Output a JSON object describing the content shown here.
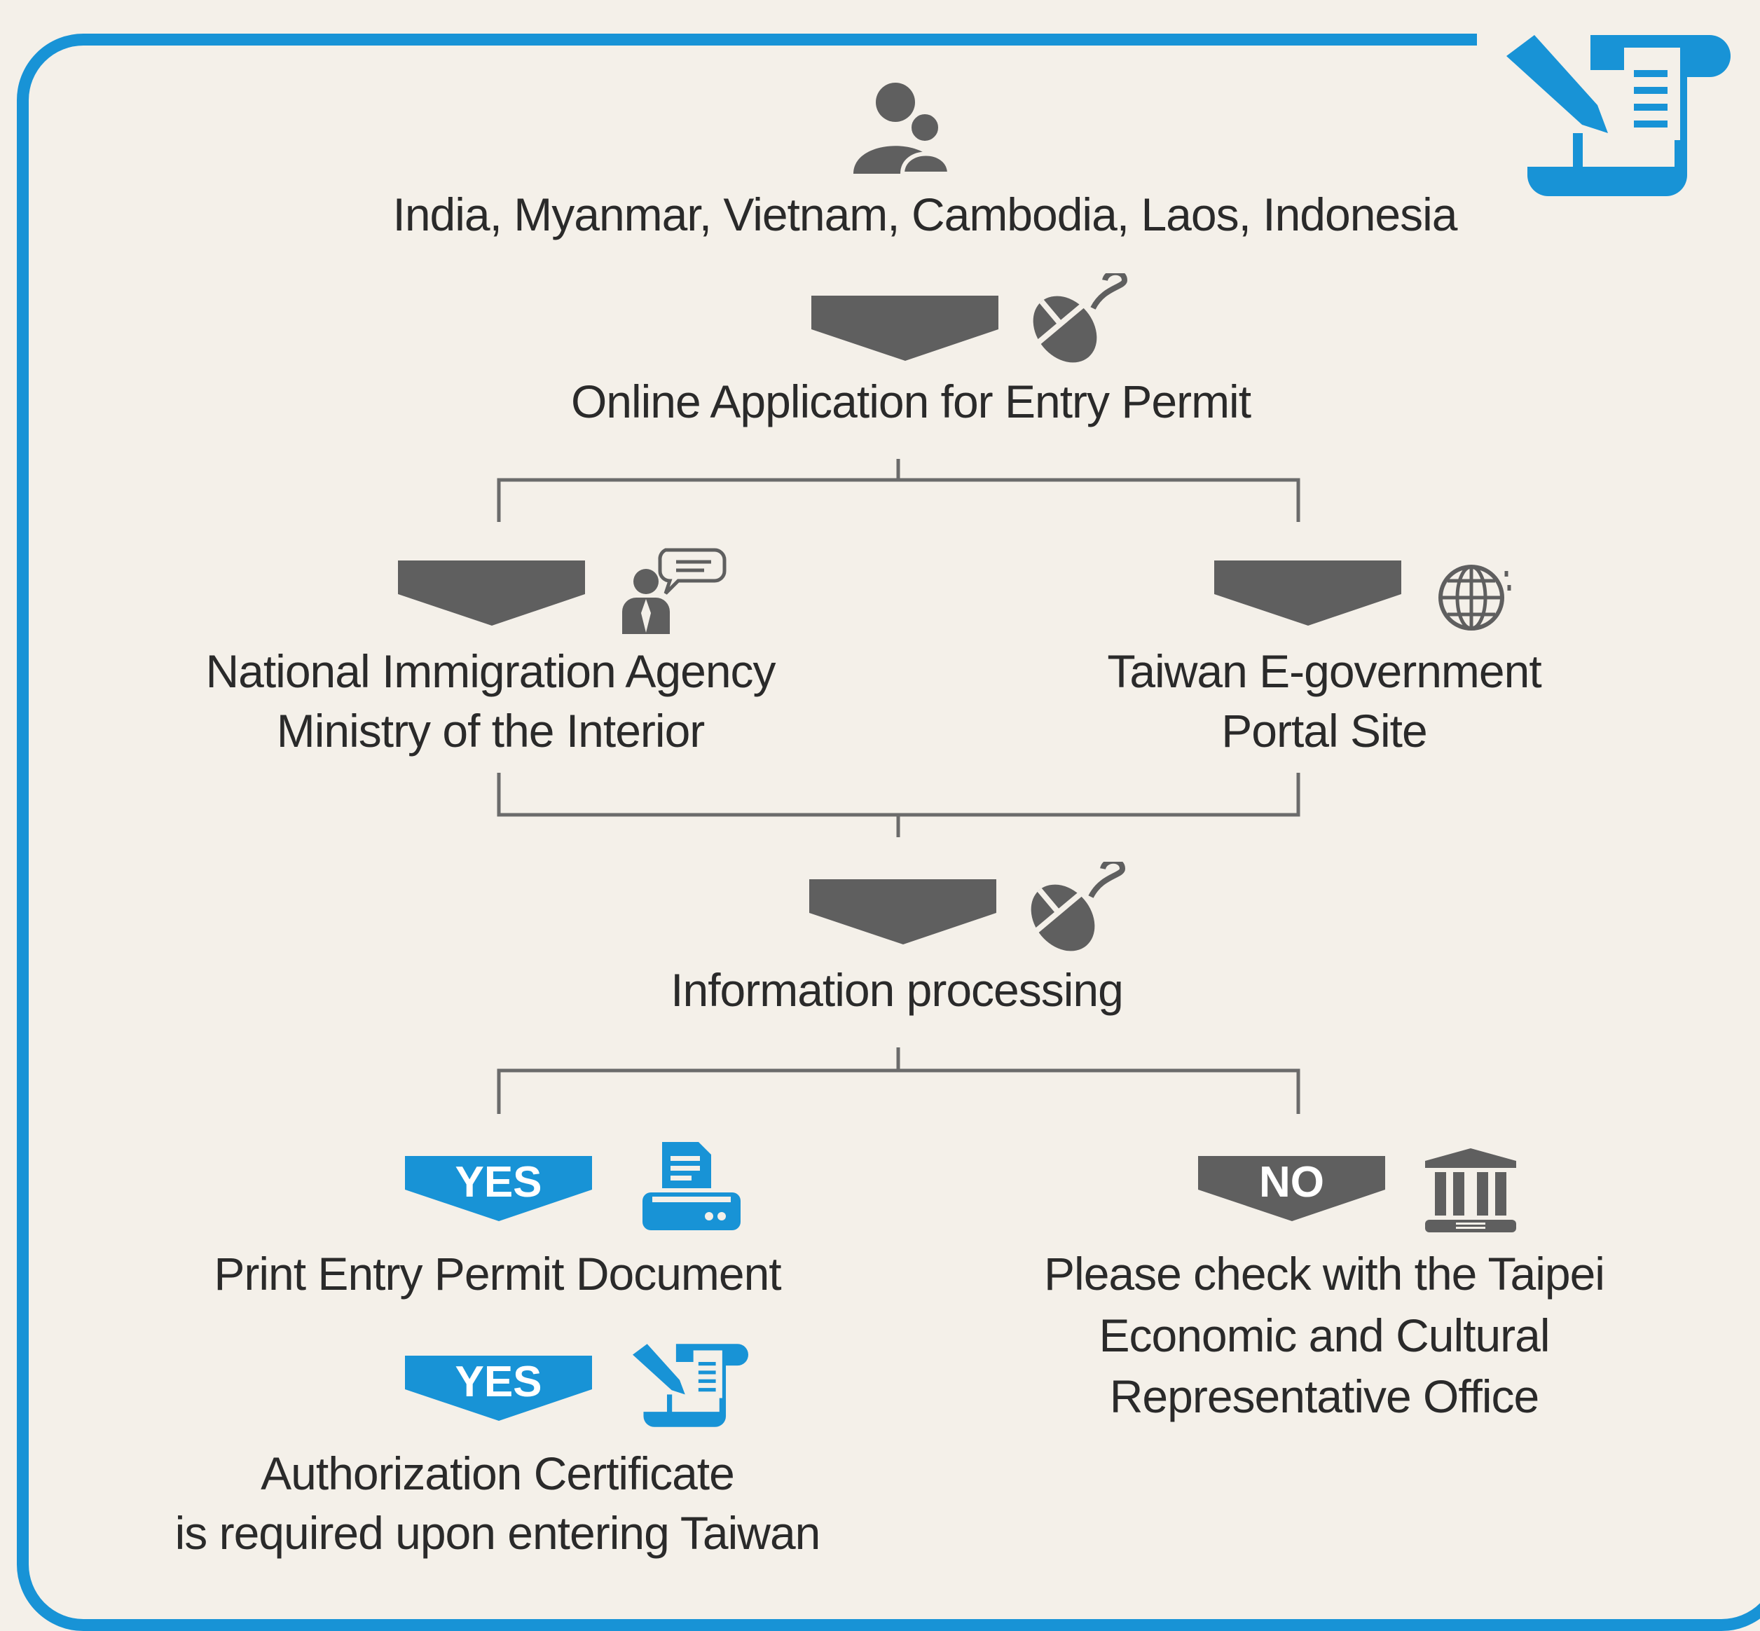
{
  "header": {
    "countries": "India, Myanmar, Vietnam, Cambodia, Laos, Indonesia",
    "icon": "users-icon"
  },
  "steps": {
    "online_application": "Online Application for Entry Permit",
    "agency_line1": "National Immigration Agency",
    "agency_line2": "Ministry of the Interior",
    "portal_line1": "Taiwan E-government",
    "portal_line2": "Portal Site",
    "processing": "Information processing"
  },
  "outcomes": {
    "yes_label": "YES",
    "yes2_label": "YES",
    "no_label": "NO",
    "print": "Print Entry Permit Document",
    "auth_line1": "Authorization Certificate",
    "auth_line2": "is required upon entering Taiwan",
    "no_line1": "Please check with the Taipei",
    "no_line2": "Economic and Cultural",
    "no_line3": "Representative Office"
  },
  "colors": {
    "accent": "#1893d6",
    "arrow": "#5f5f5f",
    "background": "#f4f0e9",
    "text": "#2a2a2a"
  },
  "icons": [
    "users-icon",
    "mouse-icon",
    "officer-speech-icon",
    "globe-icon",
    "printer-icon",
    "bank-icon",
    "document-pen-icon"
  ]
}
